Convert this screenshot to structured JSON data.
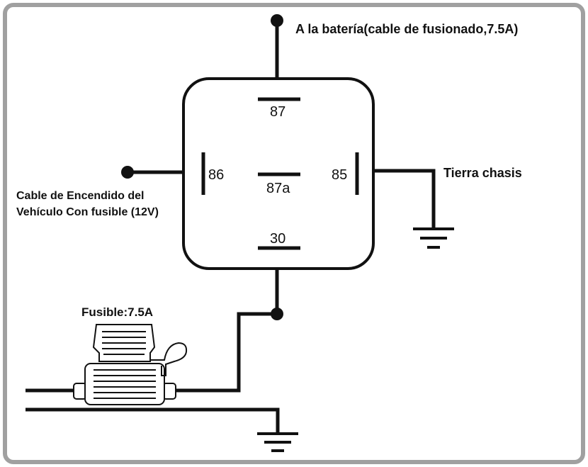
{
  "labels": {
    "battery": "A la batería(cable de fusionado,7.5A)",
    "ground_chassis": "Tierra chasis",
    "ignition_line1": "Cable de Encendido del",
    "ignition_line2": "Vehículo Con fusible (12V)",
    "fuse": "Fusible:7.5A"
  },
  "pins": {
    "p87": "87",
    "p87a": "87a",
    "p86": "86",
    "p85": "85",
    "p30": "30"
  },
  "colors": {
    "frame": "#a0a0a0",
    "line": "#111111"
  }
}
